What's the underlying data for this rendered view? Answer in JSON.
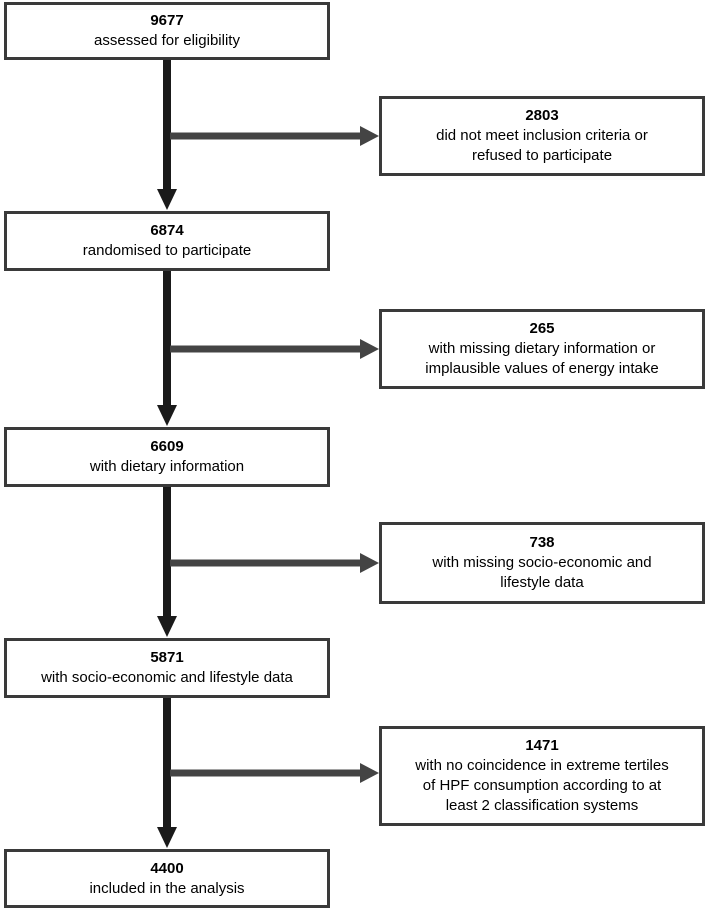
{
  "main_flow": [
    {
      "count": "9677",
      "label": "assessed for eligibility"
    },
    {
      "count": "6874",
      "label": "randomised to participate"
    },
    {
      "count": "6609",
      "label": "with dietary information"
    },
    {
      "count": "5871",
      "label": "with socio-economic and lifestyle data"
    },
    {
      "count": "4400",
      "label": "included in the analysis"
    }
  ],
  "exclusions": [
    {
      "count": "2803",
      "lines": [
        "did not meet inclusion criteria or",
        "refused to participate"
      ]
    },
    {
      "count": "265",
      "lines": [
        "with missing dietary information or",
        "implausible values of energy intake"
      ]
    },
    {
      "count": "738",
      "lines": [
        "with missing socio-economic and",
        "lifestyle data"
      ]
    },
    {
      "count": "1471",
      "lines": [
        "with no coincidence in extreme tertiles",
        "of HPF consumption according to at",
        "least 2 classification systems"
      ]
    }
  ],
  "colors": {
    "box_border": "#3a3a3a",
    "arrow": "#1a1a1a",
    "side_arrow": "#444444"
  }
}
